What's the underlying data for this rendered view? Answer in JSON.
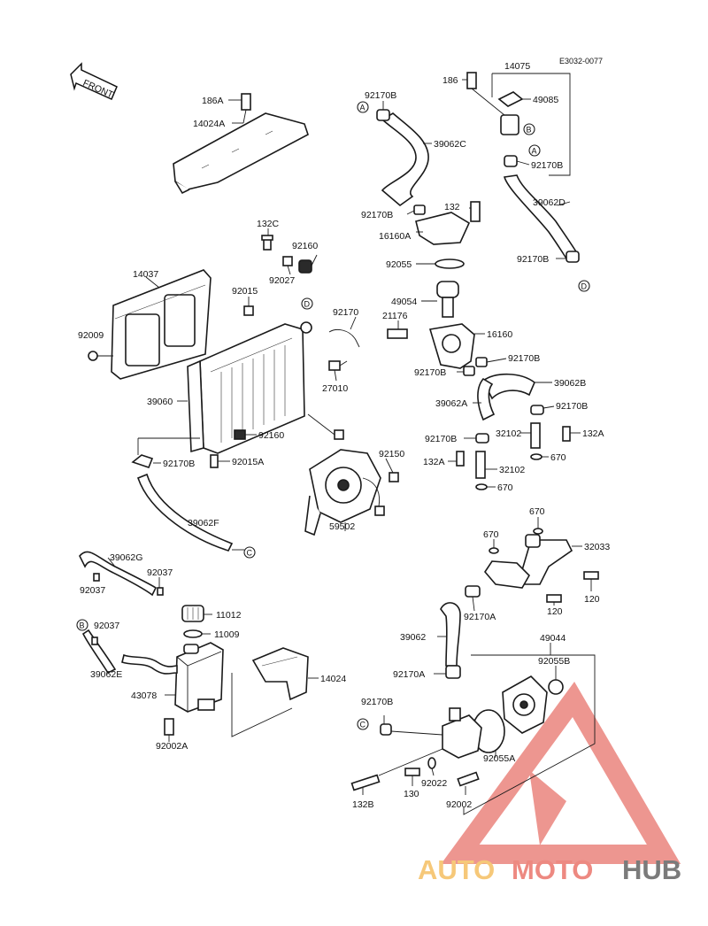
{
  "diagram_ref": "E3032-0077",
  "front_label": "FRONT",
  "watermark": {
    "part1": "AUTO",
    "part2": "MOTO",
    "part3": "HUB",
    "colors": {
      "auto": "#f6c36b",
      "moto": "#ec7d74",
      "hub": "#6d6d6d",
      "logo": "#ec8b84"
    }
  },
  "circle_refs": {
    "A": "A",
    "B": "B",
    "C": "C",
    "D": "D"
  },
  "labels": [
    "186A",
    "14024A",
    "92170B",
    "39062C",
    "92170B",
    "132",
    "16160A",
    "14075",
    "186",
    "49085",
    "92170B",
    "39062D",
    "92170B",
    "132C",
    "92160",
    "92027",
    "14037",
    "92015",
    "92009",
    "92170",
    "27010",
    "39060",
    "92160",
    "92170B",
    "92015A",
    "92055",
    "49054",
    "21176",
    "16160",
    "92170B",
    "92170B",
    "39062B",
    "39062A",
    "92170B",
    "32102",
    "132A",
    "92170B",
    "132A",
    "32102",
    "670",
    "670",
    "92150",
    "59502",
    "39062F",
    "39062G",
    "92037",
    "92037",
    "11012",
    "11009",
    "92037",
    "39062E",
    "43078",
    "92002A",
    "14024",
    "670",
    "670",
    "32033",
    "120",
    "120",
    "92170A",
    "39062",
    "49044",
    "92055B",
    "92170A",
    "92170B",
    "92055A",
    "130",
    "92022",
    "92002",
    "132B"
  ]
}
